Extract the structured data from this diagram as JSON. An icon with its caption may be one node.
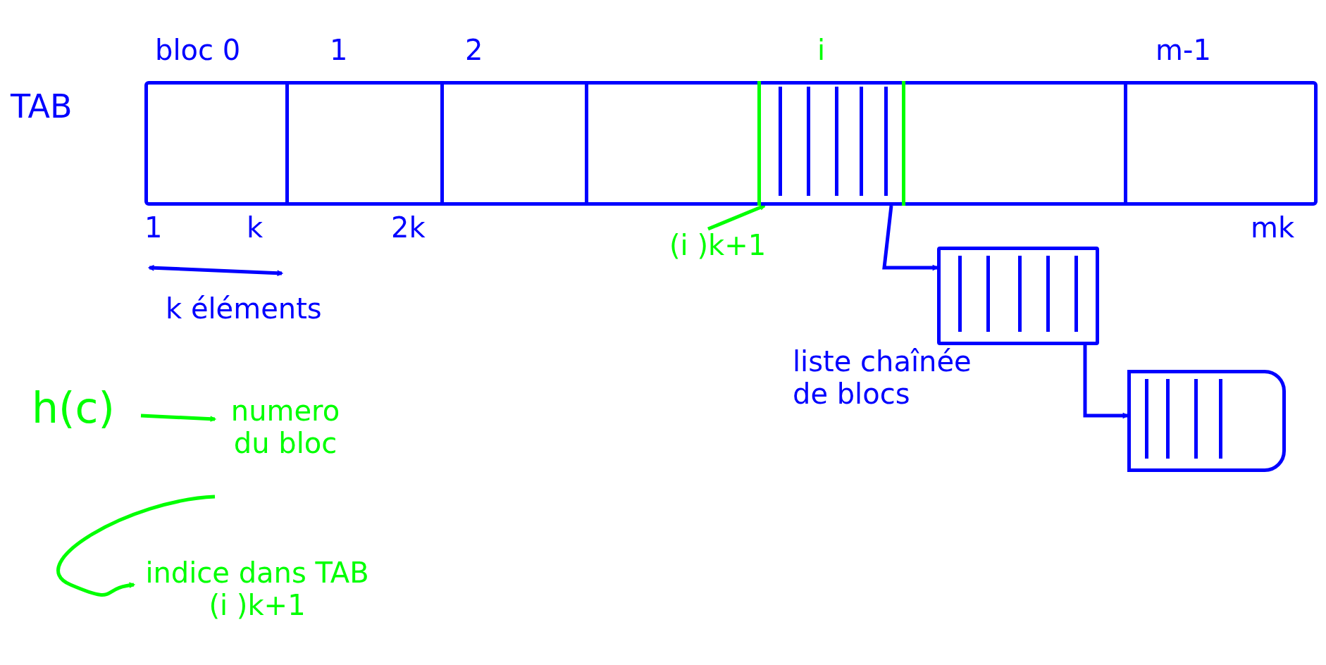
{
  "diagram": {
    "nodes": [
      {
        "text": [
          "TAB"
        ]
      },
      {
        "text": [],
        "shape": "box",
        "in": 0
      },
      {
        "text": [],
        "shape": "box"
      },
      {
        "text": [],
        "shape": "box"
      },
      {
        "text": [
          "(i )k+1"
        ]
      },
      {
        "text": [
          "h(c)"
        ]
      },
      {
        "text": [
          "numero du bloc"
        ]
      },
      {
        "text": [
          "indice dans TAB (i )k+1"
        ]
      }
    ],
    "edges": [
      {
        "from": 1,
        "to": 2,
        "arrow": "to",
        "color": "#0000ff"
      },
      {
        "from": 2,
        "to": 3,
        "arrow": "to",
        "color": "#0000ff"
      },
      {
        "from": 4,
        "to": 1,
        "arrow": "to"
      },
      {
        "from": 5,
        "to": 6,
        "arrow": "to"
      },
      {
        "from": 6,
        "to": 7,
        "arrow": "to"
      }
    ],
    "labels": [
      "bloc 0",
      "1",
      "2",
      "i",
      "m-1",
      "1",
      "k",
      "2k",
      "mk",
      "k éléments",
      "liste chaînée de blocs"
    ]
  }
}
